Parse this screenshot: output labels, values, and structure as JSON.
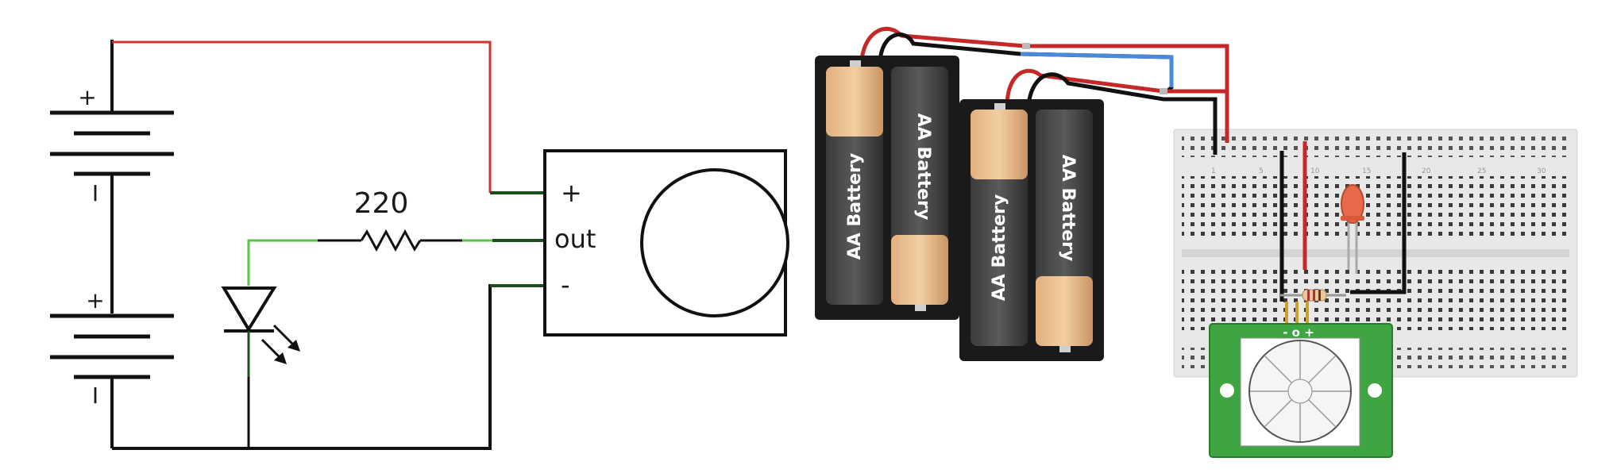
{
  "schematic": {
    "battery_top": {
      "plus": "+",
      "minus": "I"
    },
    "battery_bottom": {
      "plus": "+",
      "minus": "I"
    },
    "resistor_value": "220",
    "sensor_pins": {
      "plus": "+",
      "out": "out",
      "minus": "-"
    }
  },
  "breadboard": {
    "battery_labels": [
      "AA Battery",
      "AA Battery",
      "AA Battery",
      "AA Battery"
    ],
    "pir_pins": "- o +",
    "column_numbers": [
      "1",
      "5",
      "10",
      "15",
      "20",
      "25",
      "30"
    ]
  },
  "colors": {
    "red_wire": "#d32f2f",
    "green_wire": "#5ac54a",
    "dark_green_wire": "#1e4d1e",
    "blue_wire": "#4a8ad8",
    "black": "#111111",
    "pcb_green": "#3fa542"
  }
}
